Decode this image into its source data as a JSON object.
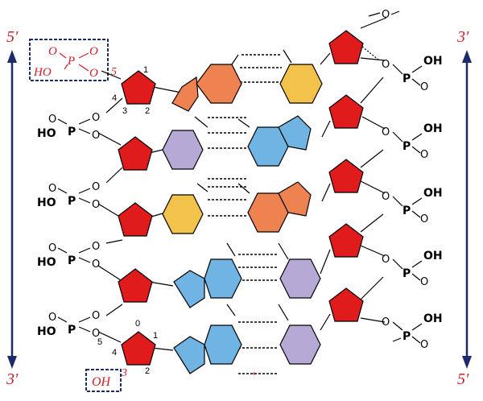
{
  "strand_labels": {
    "left_top": "5′",
    "left_bottom": "3′",
    "right_top": "3′",
    "right_bottom": "5′"
  },
  "phosphate_box": {
    "o_left": "O",
    "p": "P",
    "o_right": "O",
    "ho": "HO",
    "o_bottom": "O",
    "carbon": "5"
  },
  "sugar_numbers": {
    "top": {
      "c1": "1",
      "c4": "4",
      "c3": "3",
      "c2": "2"
    },
    "bottom": {
      "c0": "0",
      "c1": "1",
      "c5": "5",
      "c4": "4",
      "c3": "3",
      "c2": "2"
    }
  },
  "oh_box": {
    "text": "OH"
  },
  "phosphate_groups": {
    "left": [
      {
        "o_top_a": "O",
        "o_top_b": "O",
        "ho": "HO",
        "p": "P",
        "o_right": "O"
      },
      {
        "o_top_a": "O",
        "o_top_b": "O",
        "ho": "HO",
        "p": "P",
        "o_right": "O"
      },
      {
        "o_top_a": "O",
        "o_top_b": "O",
        "ho": "HO",
        "p": "P",
        "o_right": "O"
      },
      {
        "o_top_a": "O",
        "o_top_b": "O",
        "ho": "HO",
        "p": "P",
        "o_right": "O"
      }
    ],
    "right": [
      {
        "o_left": "O",
        "oh": "OH",
        "p": "P",
        "o_bottom": "O"
      },
      {
        "o_left": "O",
        "oh": "OH",
        "p": "P",
        "o_bottom": "O"
      },
      {
        "o_left": "O",
        "oh": "OH",
        "p": "P",
        "o_bottom": "O"
      },
      {
        "o_left": "O",
        "oh": "OH",
        "p": "P",
        "o_bottom": "O"
      },
      {
        "o_left": "O",
        "oh": "OH",
        "p": "P",
        "o_bottom": "O"
      }
    ]
  },
  "colors": {
    "sugar": "#e01b1b",
    "purine_orange": "#ee8250",
    "pyrimidine_yellow": "#f2c24a",
    "pyrimidine_purple": "#b7a9d6",
    "purine_blue": "#6fb4e3",
    "label_red": "#cc1f2a",
    "arrow_navy": "#1d2a6b"
  }
}
